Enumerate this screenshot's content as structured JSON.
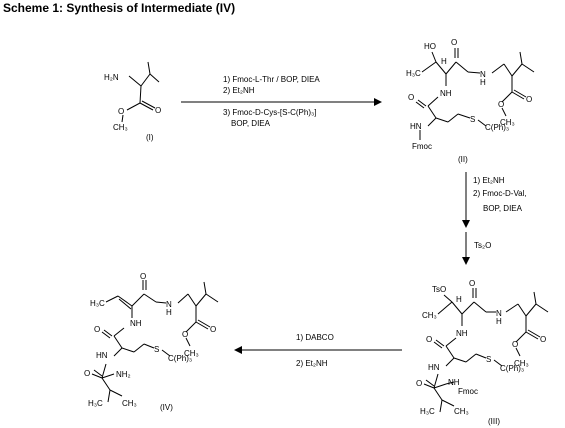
{
  "title": "Scheme 1: Synthesis of Intermediate (IV)",
  "compounds": {
    "I": {
      "label": "(I)"
    },
    "II": {
      "label": "(II)"
    },
    "III": {
      "label": "(III)"
    },
    "IV": {
      "label": "(IV)"
    }
  },
  "steps": {
    "step1": [
      "1) Fmoc-L-Thr / BOP, DIEA",
      "2) Et₂NH",
      "3) Fmoc-D-Cys-[S-C(Ph)₃]",
      "BOP, DIEA"
    ],
    "step2": [
      "1) Et₂NH",
      "2) Fmoc-D-Val,",
      "BOP, DIEA"
    ],
    "step3": [
      "Ts₂O"
    ],
    "step4": [
      "1) DABCO",
      "2) Et₂NH"
    ]
  },
  "atoms": {
    "H2N": "H₂N",
    "O": "O",
    "OCH3": "OCH₃",
    "CH3": "CH₃",
    "H": "H",
    "HO": "HO",
    "H3C": "H₃C",
    "NH": "NH",
    "N": "N",
    "HN": "HN",
    "Fmoc": "Fmoc",
    "S": "S",
    "SCPh3": "C(Ph)₃",
    "TsO": "TsO",
    "NH2": "NH₂"
  }
}
